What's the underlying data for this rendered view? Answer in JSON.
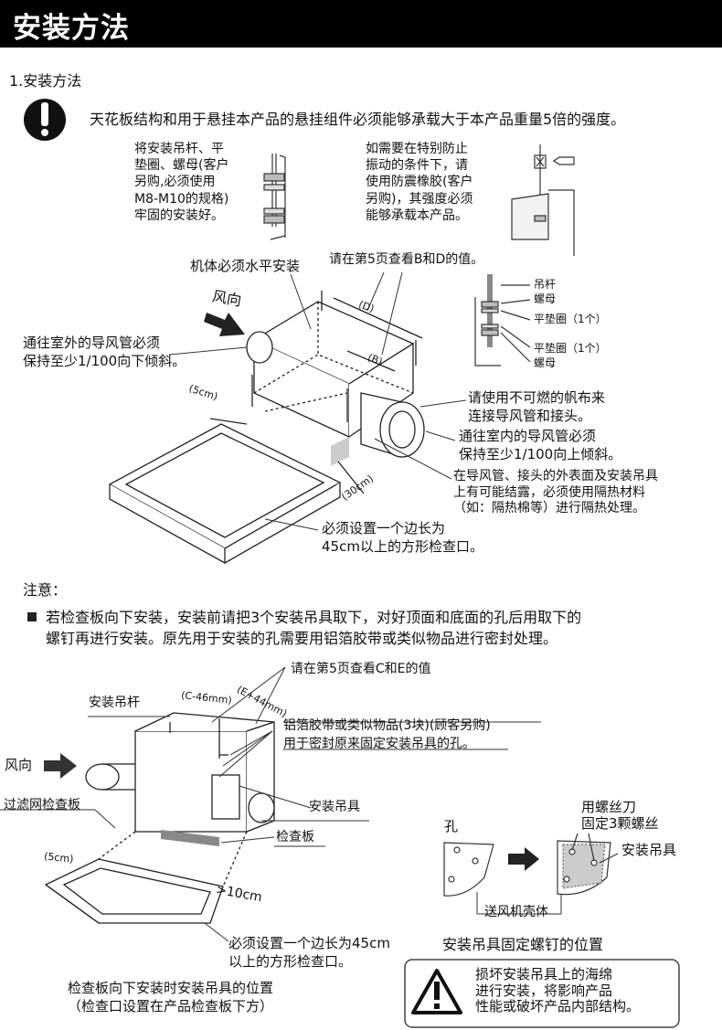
{
  "header": {
    "title": "安装方法"
  },
  "section1": {
    "heading": "1.安装方法",
    "warning": "天花板结构和用于悬挂本产品的悬挂组件必须能够承载大于本产品重量5倍的强度。",
    "note_rod": "将安装吊杆、平\n垫圈、螺母(客户\n另购,必须使用\nM8-M10的规格)\n牢固的安装好。",
    "note_rubber": "如需要在特别防止\n振动的条件下，请\n使用防震橡胶(客户\n另购)，其强度必须\n能够承载本产品。"
  },
  "diagram1": {
    "level": "机体必须水平安装",
    "see_page5_bd": "请在第5页查看B和D的值。",
    "wind": "风向",
    "outdoor_duct": "通往室外的导风管必须\n保持至少1/100向下倾斜。",
    "dim_d": "(D)",
    "dim_b": "(B)",
    "dim_5cm": "(5cm)",
    "dim_30cm": "(30cm)",
    "rod": "吊杆",
    "nut1": "螺母",
    "washer1": "平垫圈（1个）",
    "washer2": "平垫圈（1个）",
    "nut2": "螺母",
    "canvas": "请使用不可燃的帆布来\n连接导风管和接头。",
    "indoor_duct": "通往室内的导风管必须\n保持至少1/100向上倾斜。",
    "insulation": "在导风管、接头的外表面及安装吊具\n上有可能结露，必须使用隔热材料\n（如：隔热棉等）进行隔热处理。",
    "access45": "必须设置一个边长为\n45cm以上的方形检查口。"
  },
  "notice": {
    "title": "注意：",
    "text": "若检查板向下安装，安装前请把3个安装吊具取下，对好顶面和底面的孔后用取下的\n螺钉再进行安装。原先用于安装的孔需要用铝箔胶带或类似物品进行密封处理。"
  },
  "diagram2": {
    "see_page5_ce": "请在第5页查看C和E的值",
    "rod": "安装吊杆",
    "dim_c": "(C-46mm)",
    "dim_e": "(E+44mm)",
    "foil": "铝箔胶带或类似物品(3块)(顾客另购)",
    "foil_sub": "用于密封原来固定安装吊具的孔。",
    "wind": "风向",
    "bracket": "安装吊具",
    "filter_panel": "过滤网检查板",
    "panel": "检查板",
    "dim_5cm": "(5cm)",
    "dim_10cm": ">10cm",
    "access45": "必须设置一个边长为45cm\n以上的方形检查口。",
    "caption": "检查板向下安装时安装吊具的位置\n（检查口设置在产品检查板下方）"
  },
  "diagram3": {
    "hole": "孔",
    "screwdriver": "用螺丝刀\n固定3颗螺丝",
    "bracket": "安装吊具",
    "casing": "送风机壳体",
    "caption": "安装吊具固定螺钉的位置",
    "caution": "损坏安装吊具上的海绵\n进行安装，将影响产品\n性能或破坏产品内部结构。"
  }
}
